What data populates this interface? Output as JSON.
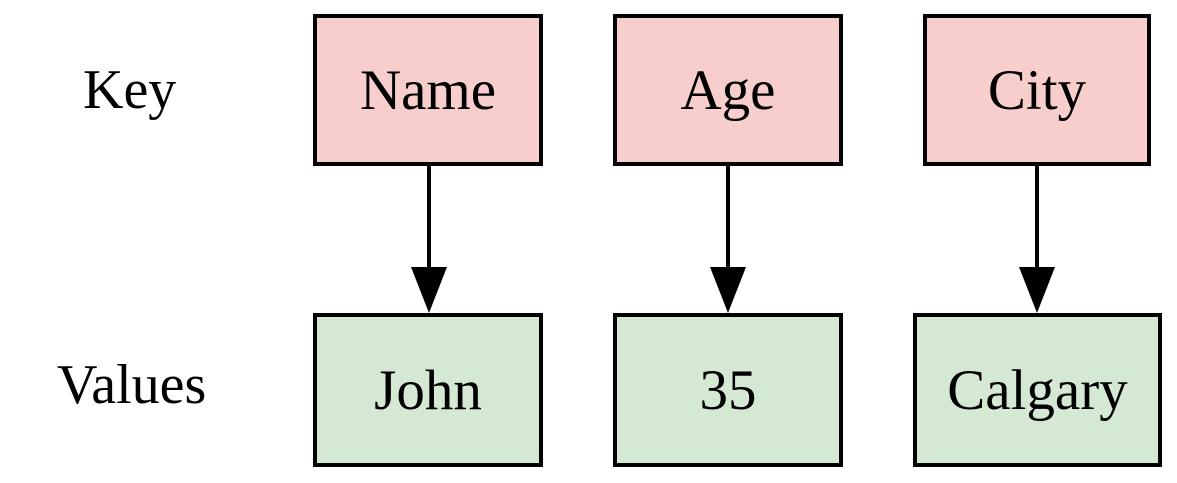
{
  "diagram": {
    "row_labels": {
      "keys": "Key",
      "values": "Values"
    },
    "pairs": [
      {
        "key": "Name",
        "value": "John"
      },
      {
        "key": "Age",
        "value": "35"
      },
      {
        "key": "City",
        "value": "Calgary"
      }
    ],
    "edges": [
      {
        "from": "Name",
        "to": "John"
      },
      {
        "from": "Age",
        "to": "35"
      },
      {
        "from": "City",
        "to": "Calgary"
      }
    ],
    "colors": {
      "background": "#ffffff",
      "key_box_fill": "#f8cecc",
      "value_box_fill": "#d5e8d4",
      "box_stroke": "#000000",
      "arrow": "#000000",
      "text": "#000000"
    }
  }
}
